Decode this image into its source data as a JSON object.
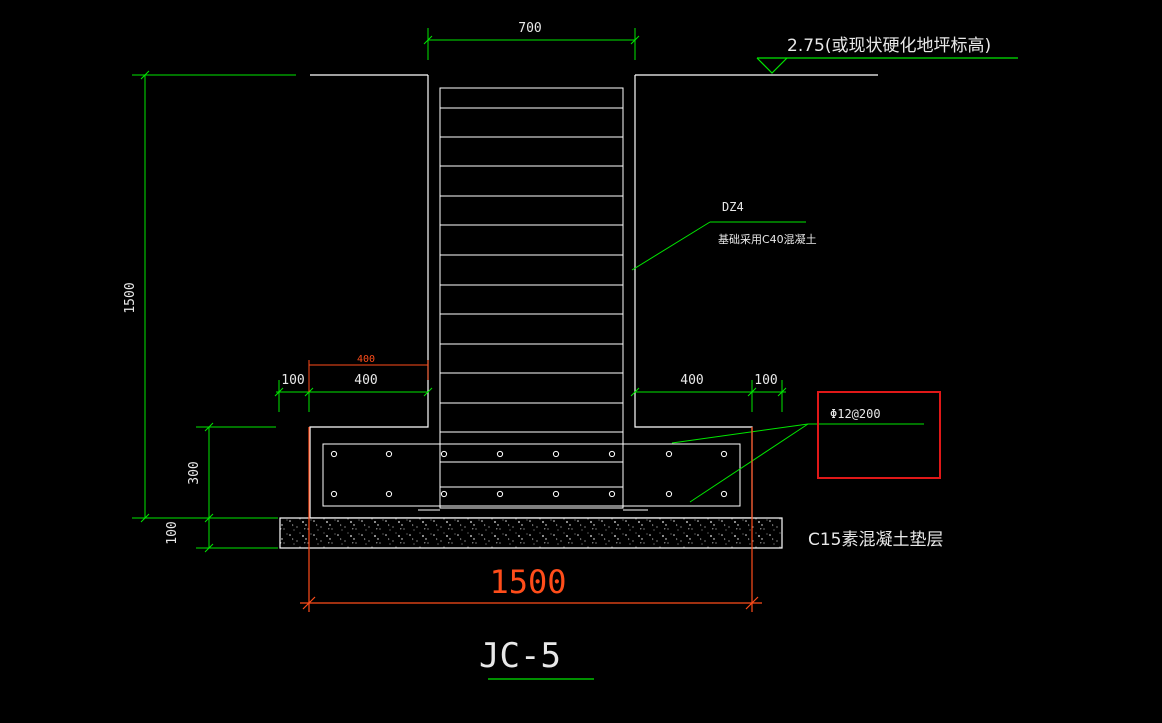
{
  "colors": {
    "background": "#000000",
    "outline": "#ffffff",
    "dimension": "#00e600",
    "highlight_dim": "#ff4d1a",
    "red_box": "#e01818",
    "note_text": "#e8e8e8"
  },
  "drawing": {
    "top_width_dim": "700",
    "elevation_label": "2.75(或现状硬化地坪标高)",
    "total_height_dim": "1500",
    "left_outer_dim": "100",
    "left_step_dim": "400",
    "left_step_dim_red": "400",
    "right_step_dim": "400",
    "right_outer_dim": "100",
    "footing_height_dim": "300",
    "cushion_height_dim": "100",
    "column_label": "DZ4",
    "column_note": "基础采用C40混凝土",
    "rebar_label": "Φ12@200",
    "cushion_label": "C15素混凝土垫层",
    "base_width_dim": "1500",
    "title": "JC-5"
  }
}
